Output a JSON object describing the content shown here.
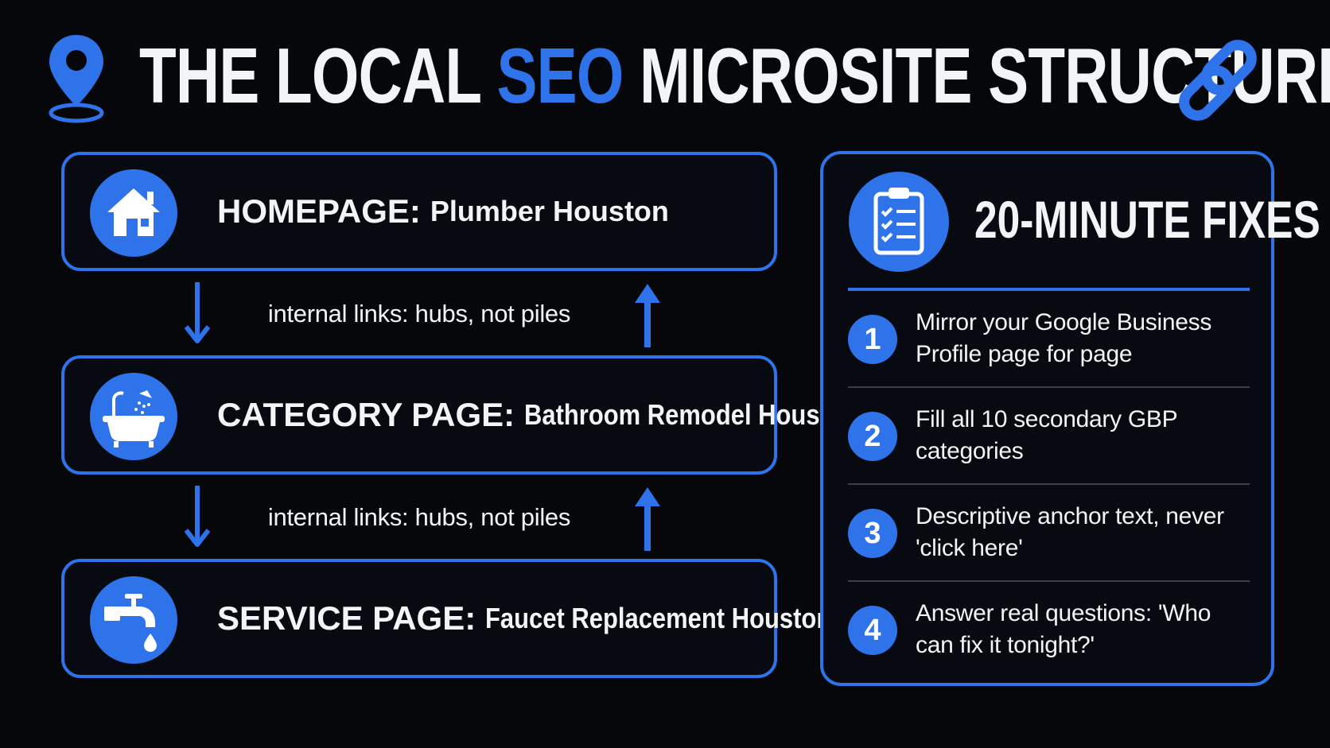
{
  "title": {
    "part_before": "THE LOCAL",
    "accent": "SEO",
    "part_after": "MICROSITE STRUCTURE",
    "left_icon": "map-pin-icon",
    "right_icon": "chain-link-icon"
  },
  "flow": {
    "pages": [
      {
        "label": "HOMEPAGE:",
        "value": "Plumber Houston",
        "icon": "house-icon"
      },
      {
        "label": "CATEGORY PAGE:",
        "value": "Bathroom Remodel Houston",
        "icon": "bathtub-icon"
      },
      {
        "label": "SERVICE PAGE:",
        "value": "Faucet Replacement Houston",
        "icon": "faucet-icon"
      }
    ],
    "connectors": [
      {
        "text": "internal links: hubs, not piles"
      },
      {
        "text": "internal links: hubs, not piles"
      }
    ]
  },
  "fixes": {
    "title": "20-MINUTE FIXES",
    "icon": "clipboard-checklist-icon",
    "items": [
      {
        "number": "1",
        "text": "Mirror your Google Business Profile page for page"
      },
      {
        "number": "2",
        "text": "Fill all 10 secondary GBP categories"
      },
      {
        "number": "3",
        "text": "Descriptive anchor text, never 'click here'"
      },
      {
        "number": "4",
        "text": "Answer real questions: 'Who can fix it tonight?'"
      }
    ]
  },
  "colors": {
    "accent": "#2f73ea",
    "background": "#05070b",
    "text": "#f3f4f6",
    "divider": "#3a3f4a"
  }
}
